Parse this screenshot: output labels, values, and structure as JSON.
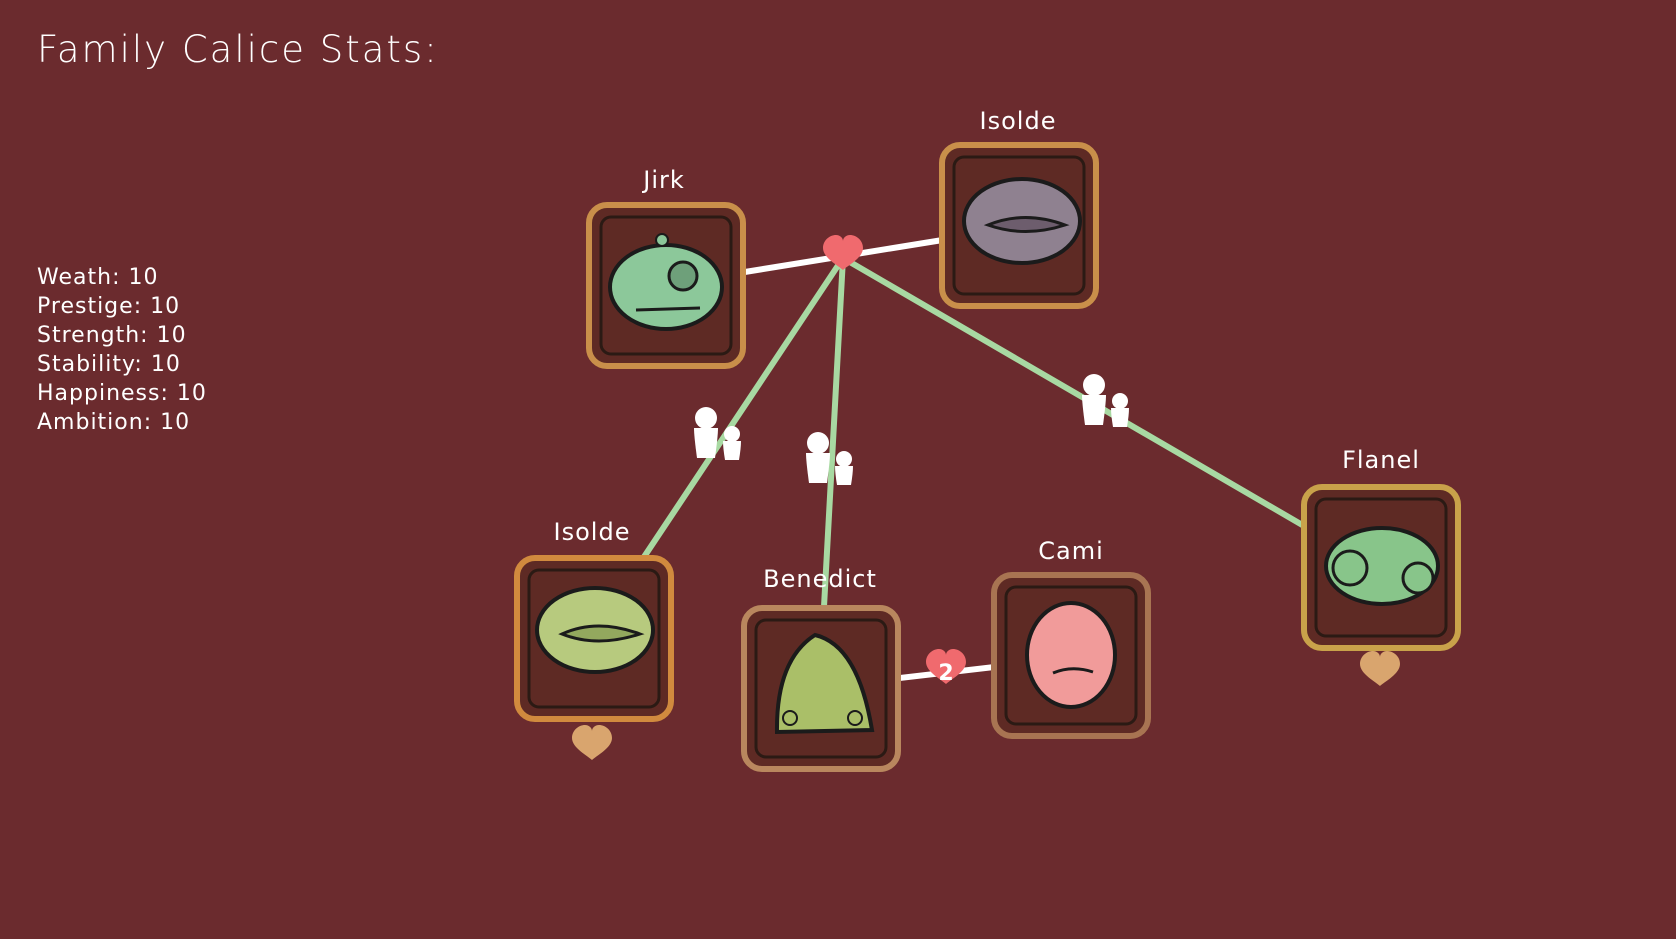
{
  "header": {
    "title": "Family Calice Stats:"
  },
  "stats": [
    {
      "label": "Weath",
      "value": "10"
    },
    {
      "label": "Prestige",
      "value": "10"
    },
    {
      "label": "Strength",
      "value": "10"
    },
    {
      "label": "Stability",
      "value": "10"
    },
    {
      "label": "Happiness",
      "value": "10"
    },
    {
      "label": "Ambition",
      "value": "10"
    }
  ],
  "family": {
    "members": [
      {
        "id": "jirk",
        "name": "Jirk",
        "face_color": "#8cc89a"
      },
      {
        "id": "isolde_spouse",
        "name": "Isolde",
        "face_color": "#8f8190"
      },
      {
        "id": "isolde_child",
        "name": "Isolde",
        "face_color": "#b7ca7e"
      },
      {
        "id": "benedict",
        "name": "Benedict",
        "face_color": "#aabf68"
      },
      {
        "id": "cami",
        "name": "Cami",
        "face_color": "#f19b9a"
      },
      {
        "id": "flanel",
        "name": "Flanel",
        "face_color": "#88c58a"
      }
    ],
    "marriages": [
      {
        "partners": [
          "jirk",
          "isolde_spouse"
        ],
        "heart_color": "#f06a6e"
      },
      {
        "partners": [
          "benedict",
          "cami"
        ],
        "heart_color": "#f06a6e",
        "count": "2"
      }
    ],
    "children_links": [
      "isolde_child",
      "benedict",
      "flanel"
    ],
    "unmarried_hearts": [
      "isolde_child",
      "flanel"
    ]
  },
  "colors": {
    "background": "#6b2b2e",
    "child_line": "#a8d9a2",
    "marriage_line": "#ffffff",
    "love_heart": "#f06a6e",
    "single_heart": "#d9a56e",
    "frame": "#c98f4a"
  }
}
